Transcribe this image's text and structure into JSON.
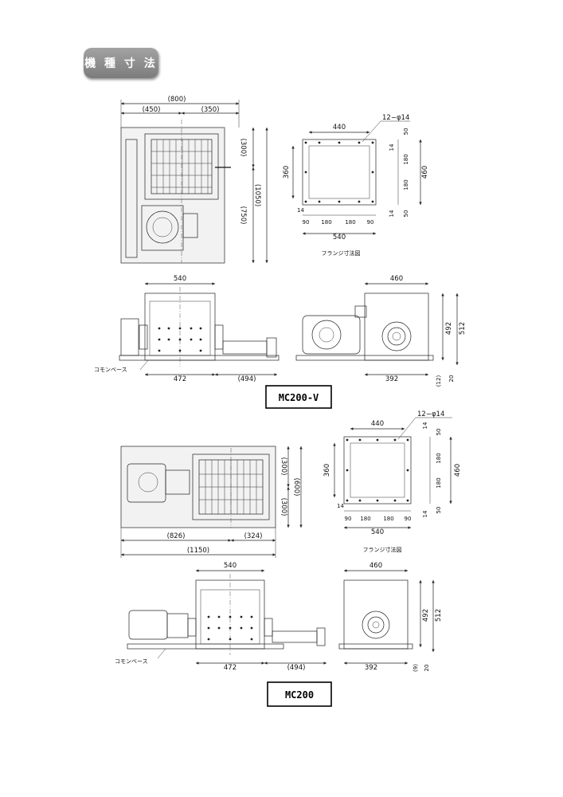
{
  "header": {
    "section_title": "機 種 寸 法"
  },
  "mc200v": {
    "model_label": "MC200-V",
    "top_view": {
      "d800": "(800)",
      "d450": "(450)",
      "d350": "(350)",
      "d300": "(300)",
      "d750": "(750)",
      "d1050": "(1050)"
    },
    "flange": {
      "hole_spec": "12−φ14",
      "w440": "440",
      "h360": "360",
      "w540": "540",
      "h460": "460",
      "p14a": "14",
      "p50a": "50",
      "p180a": "180",
      "p180b": "180",
      "p50b": "50",
      "p14b": "14",
      "s14": "14",
      "s90a": "90",
      "s180a": "180",
      "s180b": "180",
      "s90b": "90",
      "caption": "フランジ寸法図"
    },
    "front_view": {
      "w540": "540",
      "d472": "472",
      "d494": "(494)",
      "base_label": "コモンベース"
    },
    "side_view": {
      "w460": "460",
      "h492": "492",
      "h512": "512",
      "d392": "392",
      "d12": "(12)",
      "d20": "20"
    }
  },
  "mc200": {
    "model_label": "MC200",
    "top_view": {
      "d300a": "(300)",
      "d600": "(600)",
      "d300b": "(300)",
      "d826": "(826)",
      "d324": "(324)",
      "d1150": "(1150)"
    },
    "flange": {
      "hole_spec": "12−φ14",
      "w440": "440",
      "h360": "360",
      "w540": "540",
      "h460": "460",
      "p14a": "14",
      "p50a": "50",
      "p180a": "180",
      "p180b": "180",
      "p50b": "50",
      "p14b": "14",
      "s14": "14",
      "s90a": "90",
      "s180a": "180",
      "s180b": "180",
      "s90b": "90",
      "caption": "フランジ寸法図"
    },
    "front_view": {
      "w540": "540",
      "d472": "472",
      "d494": "(494)",
      "base_label": "コモンベース"
    },
    "side_view": {
      "w460": "460",
      "h492": "492",
      "h512": "512",
      "d392": "392",
      "d9": "(9)",
      "d20": "20"
    }
  }
}
